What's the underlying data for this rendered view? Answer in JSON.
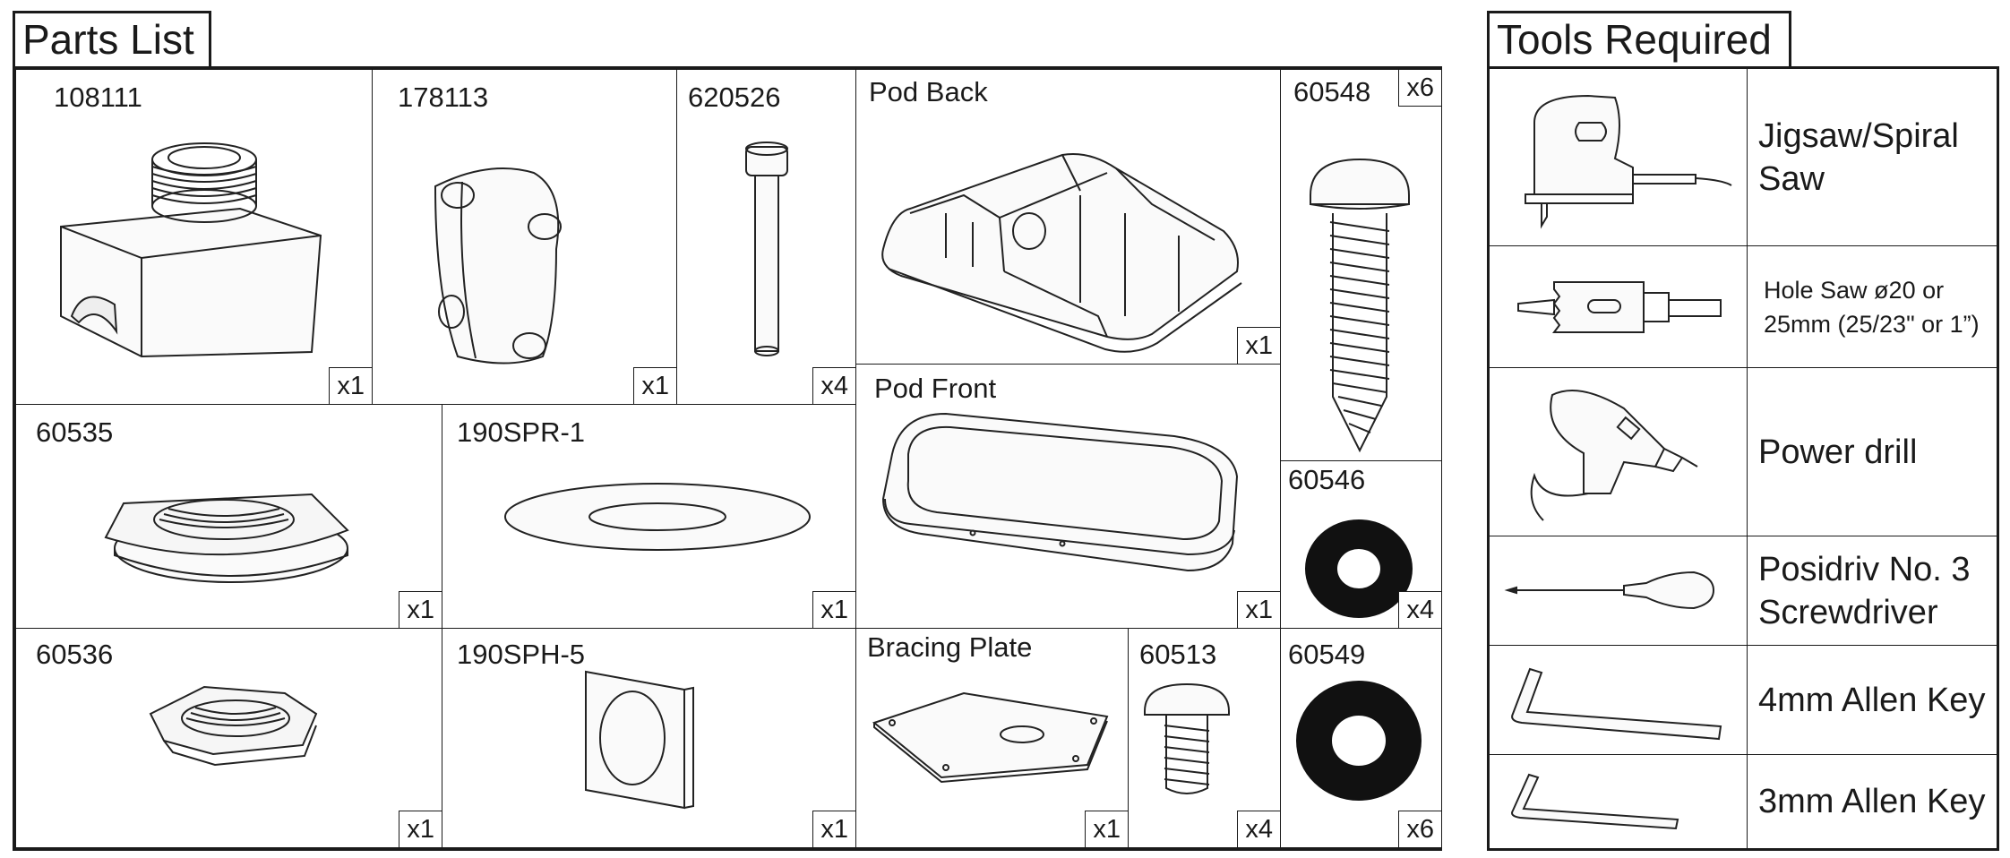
{
  "parts_list": {
    "title": "Parts List",
    "parts": [
      {
        "code": "108111",
        "qty": "x1"
      },
      {
        "code": "178113",
        "qty": "x1"
      },
      {
        "code": "620526",
        "qty": "x4"
      },
      {
        "code": "Pod Back",
        "qty": "x1"
      },
      {
        "code": "60548",
        "qty": "x6"
      },
      {
        "code": "60535",
        "qty": "x1"
      },
      {
        "code": "190SPR-1",
        "qty": "x1"
      },
      {
        "code": "Pod Front",
        "qty": "x1"
      },
      {
        "code": "60546",
        "qty": "x4"
      },
      {
        "code": "60536",
        "qty": "x1"
      },
      {
        "code": "190SPH-5",
        "qty": "x1"
      },
      {
        "code": "Bracing Plate",
        "qty": "x1"
      },
      {
        "code": "60513",
        "qty": "x4"
      },
      {
        "code": "60549",
        "qty": "x6"
      }
    ]
  },
  "tools": {
    "title": "Tools Required",
    "items": [
      {
        "name": "Jigsaw/Spiral Saw",
        "icon": "jigsaw-icon"
      },
      {
        "name": "Hole Saw  ø20 or 25mm (25/23\" or 1”)",
        "icon": "hole-saw-icon"
      },
      {
        "name": "Power drill",
        "icon": "power-drill-icon"
      },
      {
        "name": "Posidriv No. 3 Screwdriver",
        "icon": "screwdriver-icon"
      },
      {
        "name": "4mm Allen Key",
        "icon": "allen-key-icon"
      },
      {
        "name": "3mm Allen Key",
        "icon": "allen-key-icon"
      }
    ]
  }
}
